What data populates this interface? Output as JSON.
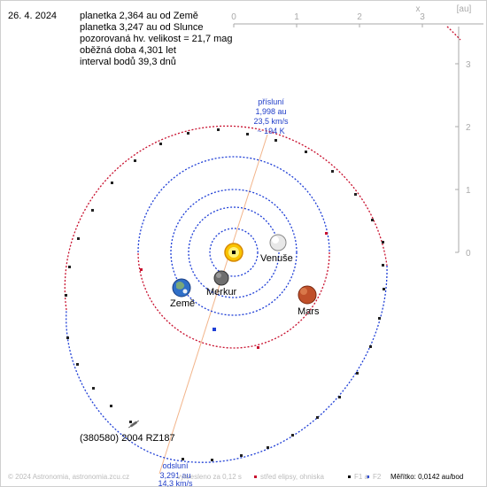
{
  "date": "26. 4. 2024",
  "info_lines": [
    "planetka 2,364 au od Země",
    "planetka 3,247 au od Slunce",
    "pozorovaná hv. velikost = 21,7 mag",
    "oběžná doba 4,301 let",
    "interval bodů 39,3 dnů"
  ],
  "axes": {
    "x_label": "x",
    "unit_label": "[au]",
    "x_ticks": [
      "0",
      "1",
      "2",
      "3"
    ],
    "y_ticks": [
      "3",
      "2",
      "1",
      "0"
    ]
  },
  "perihelion": {
    "title": "přísluní",
    "distance": "1,998 au",
    "speed": "23,5 km/s",
    "temp": "~ 194 K"
  },
  "aphelion": {
    "title": "odsluní",
    "distance": "3,291 au",
    "speed": "14,3 km/s"
  },
  "planets": {
    "venus": "Venuše",
    "mercury": "Merkur",
    "earth": "Země",
    "mars": "Mars"
  },
  "asteroid_name": "(380580) 2004 RZ187",
  "footer": {
    "copyright": "© 2024 Astronomia, astronomia.zcu.cz",
    "rendered": "vykresleno za 0,12 s",
    "legend_center": "střed elipsy, ohniska",
    "legend_f1": "F1 a",
    "legend_f2": "F2",
    "scale": "Měřítko: 0,0142 au/bod"
  },
  "colors": {
    "orbit_blue": "#1f3fd6",
    "orbit_red": "#c8102e",
    "apsis_line": "#f2b48a",
    "axis_gray": "#aaaaaa",
    "label_blue": "#1e3cc8"
  }
}
